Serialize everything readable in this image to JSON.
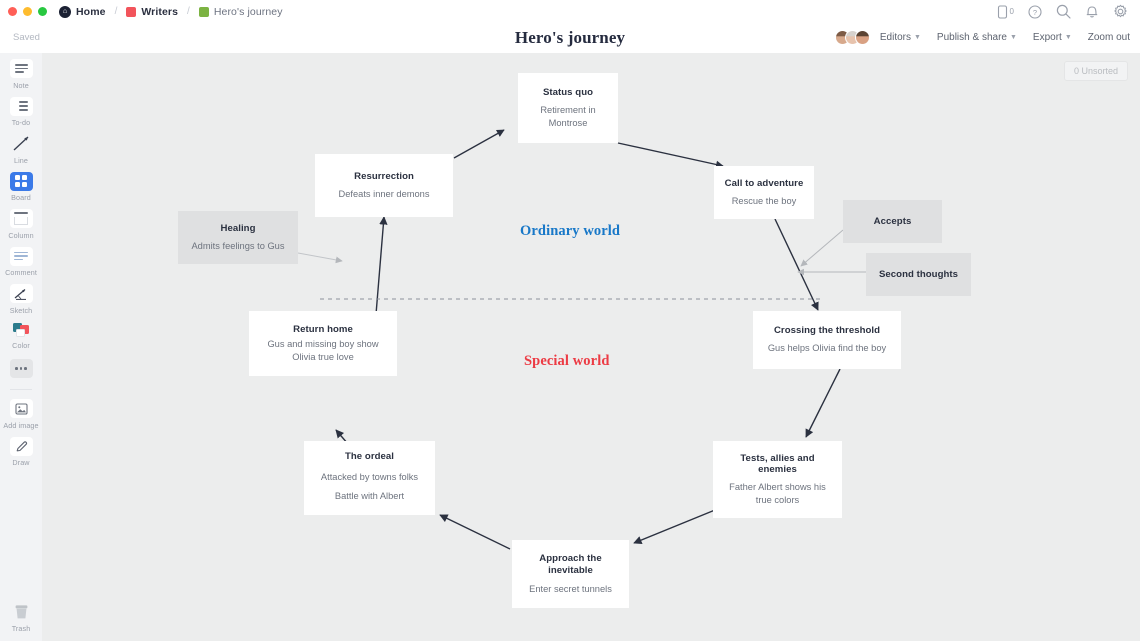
{
  "window": {
    "traffic_lights": [
      "close",
      "minimize",
      "maximize"
    ],
    "breadcrumbs": [
      {
        "label": "Home",
        "icon": "home-icon",
        "color": "#1b2133"
      },
      {
        "label": "Writers",
        "icon": "folder-square-icon",
        "color": "#f2545b"
      },
      {
        "label": "Hero's journey",
        "icon": "board-square-icon",
        "color": "#7cb342"
      }
    ],
    "separator": "/",
    "icons": [
      {
        "name": "mobile-icon",
        "badge": "0"
      },
      {
        "name": "help-icon"
      },
      {
        "name": "search-icon"
      },
      {
        "name": "bell-icon"
      },
      {
        "name": "gear-icon"
      }
    ]
  },
  "header": {
    "save_status": "Saved",
    "title": "Hero's journey",
    "actions": [
      {
        "label": "Editors",
        "caret": true
      },
      {
        "label": "Publish & share",
        "caret": true
      },
      {
        "label": "Export",
        "caret": true
      },
      {
        "label": "Zoom out",
        "caret": false
      }
    ],
    "avatars": [
      "avatar-1",
      "avatar-2",
      "avatar-3"
    ]
  },
  "toolbar": {
    "items": [
      {
        "label": "Note",
        "icon": "note-icon",
        "active": false
      },
      {
        "label": "To-do",
        "icon": "todo-icon",
        "active": false
      },
      {
        "label": "Line",
        "icon": "line-icon",
        "active": false
      },
      {
        "label": "Board",
        "icon": "board-icon",
        "active": true
      },
      {
        "label": "Column",
        "icon": "column-icon",
        "active": false
      },
      {
        "label": "Comment",
        "icon": "comment-icon",
        "active": false
      },
      {
        "label": "Sketch",
        "icon": "sketch-icon",
        "active": false
      },
      {
        "label": "Color",
        "icon": "color-icon",
        "active": false
      },
      {
        "label": "",
        "icon": "more-icon",
        "active": false
      },
      {
        "label": "Add image",
        "icon": "add-image-icon",
        "active": false
      },
      {
        "label": "Draw",
        "icon": "draw-icon",
        "active": false
      }
    ],
    "trash": {
      "label": "Trash",
      "icon": "trash-icon"
    }
  },
  "canvas": {
    "unsorted_badge": "0 Unsorted",
    "background": "#eceded",
    "world_labels": [
      {
        "text": "Ordinary world",
        "color": "#1878c8"
      },
      {
        "text": "Special world",
        "color": "#ec3b44"
      }
    ],
    "cards": [
      {
        "id": "status-quo",
        "title": "Status quo",
        "body": "Retirement in Montrose",
        "style": "white"
      },
      {
        "id": "resurrection",
        "title": "Resurrection",
        "body": "Defeats inner demons",
        "style": "white"
      },
      {
        "id": "call-to-adventure",
        "title": "Call to adventure",
        "body": "Rescue the boy",
        "style": "white"
      },
      {
        "id": "healing",
        "title": "Healing",
        "body": "Admits feelings to Gus",
        "style": "grey"
      },
      {
        "id": "accepts",
        "title": "Accepts",
        "body": "",
        "style": "grey"
      },
      {
        "id": "second-thoughts",
        "title": "Second thoughts",
        "body": "",
        "style": "grey"
      },
      {
        "id": "return-home",
        "title": "Return home",
        "body": "Gus and missing boy show Olivia true love",
        "style": "white"
      },
      {
        "id": "crossing-the-threshold",
        "title": "Crossing the threshold",
        "body": "Gus helps Olivia find the boy",
        "style": "white"
      },
      {
        "id": "the-ordeal",
        "title": "The ordeal",
        "body": "Attacked by towns folks\nBattle with Albert",
        "style": "white"
      },
      {
        "id": "tests-allies-and-enemies",
        "title": "Tests, allies and enemies",
        "body": "Father Albert shows his true colors",
        "style": "white"
      },
      {
        "id": "approach-the-inevitable",
        "title": "Approach the inevitable",
        "body": "Enter secret tunnels",
        "style": "white"
      }
    ]
  }
}
